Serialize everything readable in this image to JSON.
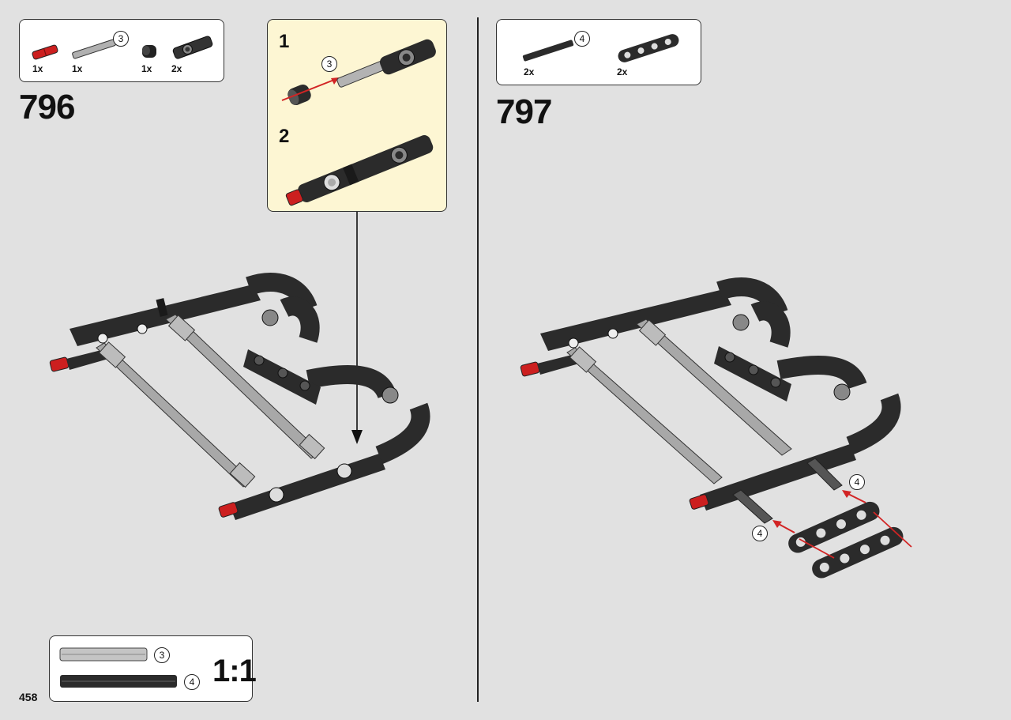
{
  "page_number": "458",
  "colors": {
    "background": "#e1e1e1",
    "substep_background": "#fdf6d3",
    "beam_black": "#2b2b2b",
    "axle_grey": "#9a9a9a",
    "connector_red": "#cc1f1f",
    "arrow_red": "#d22424"
  },
  "step_796": {
    "number": "796",
    "parts": [
      {
        "icon": "red-pin-icon",
        "qty": "1x"
      },
      {
        "icon": "grey-axle-icon",
        "qty": "1x",
        "length": "3"
      },
      {
        "icon": "black-bush-icon",
        "qty": "1x"
      },
      {
        "icon": "axle-connector-icon",
        "qty": "2x"
      }
    ],
    "substeps": [
      {
        "number": "1",
        "callout": "3"
      },
      {
        "number": "2"
      }
    ]
  },
  "step_797": {
    "number": "797",
    "parts": [
      {
        "icon": "black-axle-icon",
        "qty": "2x",
        "length": "4"
      },
      {
        "icon": "thin-liftarm-icon",
        "qty": "2x"
      }
    ],
    "callouts": [
      "4",
      "4"
    ]
  },
  "scale_box": {
    "label": "1:1",
    "items": [
      {
        "icon": "grey-axle-scale-icon",
        "length": "3"
      },
      {
        "icon": "black-axle-scale-icon",
        "length": "4"
      }
    ]
  }
}
